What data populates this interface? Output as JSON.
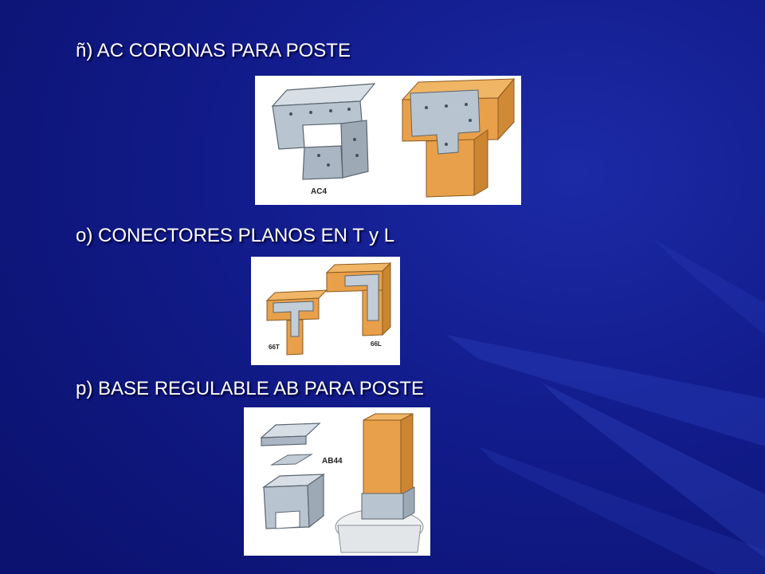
{
  "slide": {
    "sections": [
      {
        "heading": "ñ) AC CORONAS PARA POSTE",
        "image_labels": [
          "AC4"
        ]
      },
      {
        "heading": "o) CONECTORES PLANOS EN T y L",
        "image_labels": [
          "66T",
          "66L"
        ]
      },
      {
        "heading": "p) BASE REGULABLE AB PARA POSTE",
        "image_labels": [
          "AB44"
        ]
      }
    ]
  },
  "colors": {
    "background": "#121c8c",
    "heading_text": "#ffffff",
    "wood": "#e8a04a",
    "metal": "#b8c4d0"
  }
}
